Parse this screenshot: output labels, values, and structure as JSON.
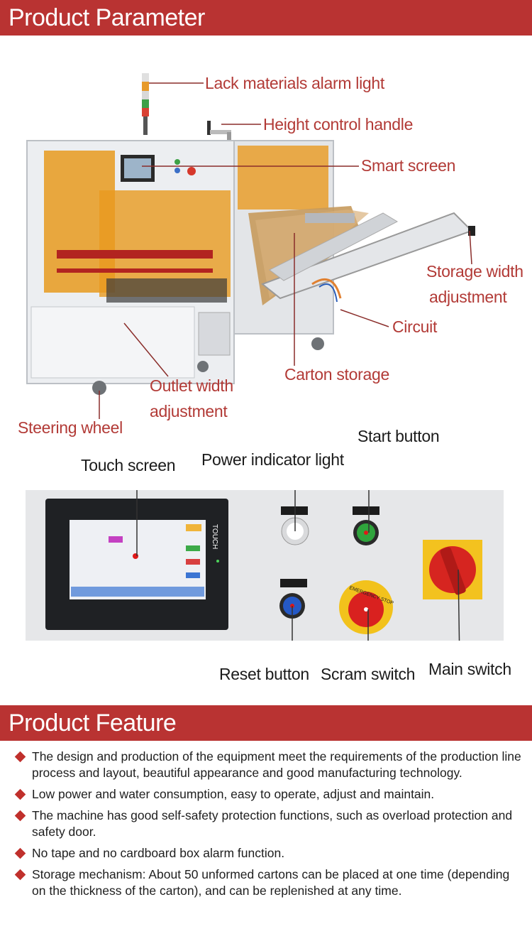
{
  "sections": {
    "parameter_title": "Product Parameter",
    "feature_title": "Product  Feature"
  },
  "machine_labels": {
    "alarm_light": "Lack materials alarm light",
    "height_handle": "Height control handle",
    "smart_screen": "Smart screen",
    "storage_width_1": "Storage width",
    "storage_width_2": "adjustment",
    "circuit": "Circuit",
    "carton_storage": "Carton storage",
    "outlet_width_1": "Outlet width",
    "outlet_width_2": "adjustment",
    "steering_wheel": "Steering wheel"
  },
  "panel_labels": {
    "touch_screen": "Touch screen",
    "power_indicator": "Power indicator light",
    "start_button": "Start button",
    "reset_button": "Reset button",
    "scram_switch": "Scram switch",
    "main_switch": "Main switch"
  },
  "panel_printed": {
    "touch_brand": "TOUCH",
    "estop_ring": "EMERGENCY STOP"
  },
  "features": [
    "The design and production of the equipment meet the requirements of the production line process and layout, beautiful appearance and good manufacturing technology.",
    "Low power and water consumption, easy to operate, adjust and maintain.",
    "The machine has good self-safety protection functions, such as overload protection and safety door.",
    "No tape and no cardboard box alarm function.",
    "Storage mechanism: About 50 unformed cartons can be placed at one time (depending on the thickness of the carton), and can be replenished at any time."
  ],
  "colors": {
    "banner": "#b93332",
    "label_red": "#b23a36",
    "machine_orange": "#e89a1f"
  }
}
